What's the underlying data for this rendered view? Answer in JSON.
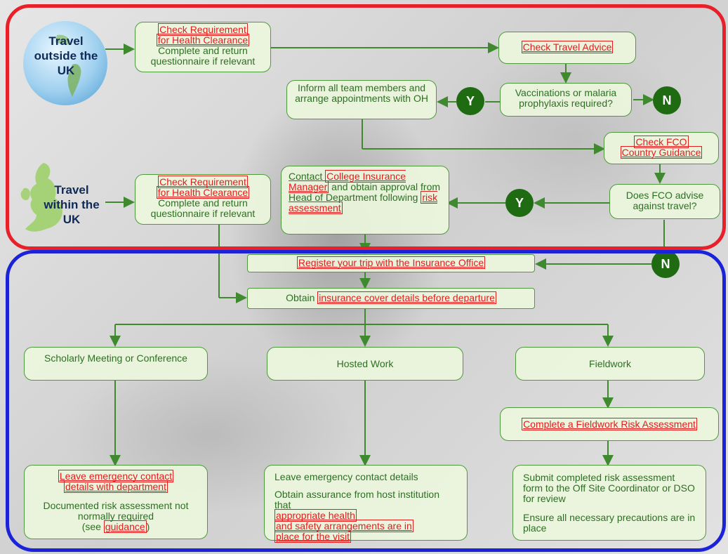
{
  "labels": {
    "outside_uk": [
      "Travel",
      "outside the",
      "UK"
    ],
    "within_uk": [
      "Travel",
      "within the",
      "UK"
    ]
  },
  "boxes": {
    "health_outside": {
      "link": [
        "Check Requirement",
        "for Health Clearance"
      ],
      "text": "Complete and return questionnaire if relevant"
    },
    "health_within": {
      "link": [
        "Check Requirement",
        "for Health Clearance"
      ],
      "text": "Complete and return questionnaire if relevant"
    },
    "travel_advice": {
      "link": "Check Travel Advice"
    },
    "vaccinations": {
      "text": "Vaccinations or malaria prophylaxis required?"
    },
    "inform_team": {
      "text": "Inform all team members and arrange appointments with OH"
    },
    "fco_guidance": {
      "link": [
        "Check FCO",
        "Country Guidance"
      ]
    },
    "fco_advise": {
      "text": "Does FCO advise against travel?"
    },
    "contact_insurance": {
      "pre": "Contact",
      "link1": "College Insurance Manager",
      "mid": "and obtain approval from Head of Department following",
      "link2": "risk assessment"
    },
    "register_trip": {
      "link": "Register your trip with the Insurance Office"
    },
    "obtain_insurance": {
      "pre": "Obtain",
      "link": "insurance cover details before departure"
    },
    "scholarly": {
      "text": "Scholarly Meeting or Conference"
    },
    "hosted": {
      "text": "Hosted Work"
    },
    "fieldwork": {
      "text": "Fieldwork"
    },
    "fieldwork_risk": {
      "link": "Complete a Fieldwork Risk Assessment"
    },
    "leave_emergency_dept": {
      "link": [
        "Leave emergency contact",
        "details with department"
      ],
      "text1": "Documented risk assessment not normally required",
      "text2_pre": "(see",
      "text2_link": "guidance",
      "text2_post": ")"
    },
    "hosted_detail": {
      "line1": "Leave emergency contact details",
      "pre": "Obtain assurance from host institution that",
      "link": [
        "appropriate health",
        "and safety arrangements are in",
        "place for the visit"
      ]
    },
    "fieldwork_detail": {
      "text1": "Submit completed risk assessment form to the Off Site Coordinator or DSO for review",
      "text2": "Ensure all necessary precautions are in place"
    }
  },
  "decisions": {
    "yes": "Y",
    "no": "N"
  },
  "colors": {
    "red_region": "#e8202a",
    "blue_region": "#1b23d8",
    "box_border": "#4f9a3c",
    "box_fill": "#ecf6de",
    "text": "#2d6f22",
    "link": "#e31c1c",
    "decision_circle": "#1e6b12",
    "arrow": "#3f8a2f"
  }
}
